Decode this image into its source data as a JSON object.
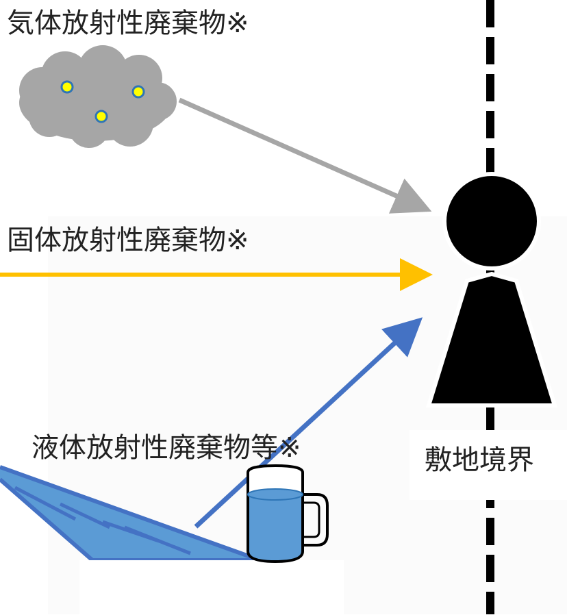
{
  "labels": {
    "gas_waste": "気体放射性廃棄物※",
    "solid_waste": "固体放射性廃棄物※",
    "liquid_waste": "液体放射性廃棄物等※",
    "site_boundary": "敷地境界"
  },
  "colors": {
    "gas_arrow": "#a6a6a6",
    "solid_arrow": "#ffc000",
    "liquid_arrow": "#4472c4",
    "cloud_fill": "#a6a6a6",
    "particle_fill": "#ffff00",
    "particle_stroke": "#2e75b6",
    "water_fill": "#5b9bd5",
    "person_fill": "#000000",
    "boundary_line": "#000000"
  },
  "icons": {
    "cloud": "gas-cloud-icon",
    "person": "person-icon",
    "mug": "water-mug-icon",
    "water": "water-surface-icon"
  }
}
